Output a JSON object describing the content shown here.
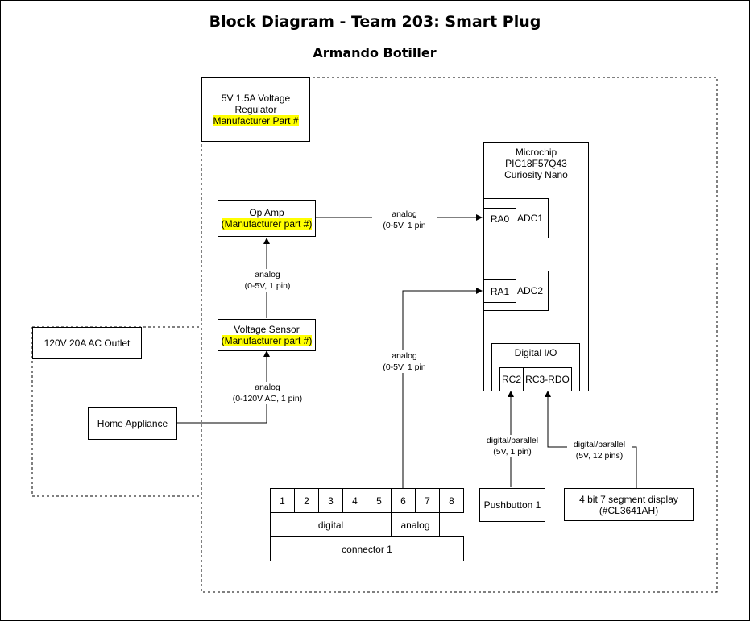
{
  "header": {
    "title": "Block Diagram - Team 203: Smart Plug",
    "author": "Armando Botiller"
  },
  "regulator": {
    "line1": "5V 1.5A Voltage",
    "line2": "Regulator",
    "part": "Manufacturer Part #"
  },
  "opamp": {
    "name": "Op Amp",
    "part": "(Manufacturer part #)"
  },
  "voltage_sensor": {
    "name": "Voltage Sensor",
    "part": "(Manufacturer part #)"
  },
  "outlet": {
    "label": "120V 20A AC Outlet"
  },
  "appliance": {
    "label": "Home Appliance"
  },
  "mcu": {
    "line1": "Microchip",
    "line2": "PIC18F57Q43",
    "line3": "Curiosity Nano",
    "ra0": "RA0",
    "adc1": "ADC1",
    "ra1": "RA1",
    "adc2": "ADC2",
    "dio": "Digital I/O",
    "rc2": "RC2",
    "rc3": "RC3-RDO"
  },
  "pushbutton": {
    "label": "Pushbutton 1"
  },
  "display": {
    "line1": "4 bit 7 segment display",
    "line2": "(#CL3641AH)"
  },
  "connector": {
    "pins": [
      "1",
      "2",
      "3",
      "4",
      "5",
      "6",
      "7",
      "8"
    ],
    "digital": "digital",
    "analog": "analog",
    "name": "connector 1"
  },
  "links": {
    "opamp_to_ra0": {
      "l1": "analog",
      "l2": "(0-5V, 1 pin"
    },
    "sensor_to_opamp": {
      "l1": "analog",
      "l2": "(0-5V, 1 pin)"
    },
    "appliance_to_sensor": {
      "l1": "analog",
      "l2": "(0-120V AC, 1 pin)"
    },
    "connector_to_ra1": {
      "l1": "analog",
      "l2": "(0-5V, 1 pin"
    },
    "pushbutton_to_rc2": {
      "l1": "digital/parallel",
      "l2": "(5V, 1 pin)"
    },
    "display_to_rc3": {
      "l1": "digital/parallel",
      "l2": "(5V, 12 pins)"
    }
  }
}
